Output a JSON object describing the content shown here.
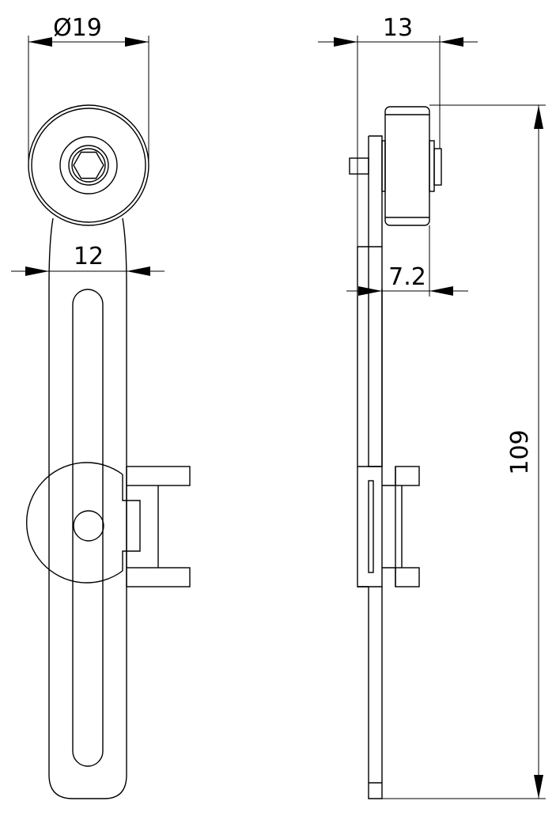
{
  "dimensions": {
    "roller_diameter": "Ø19",
    "arm_width": "12",
    "side_width": "13",
    "offset": "7.2",
    "total_length": "109"
  }
}
